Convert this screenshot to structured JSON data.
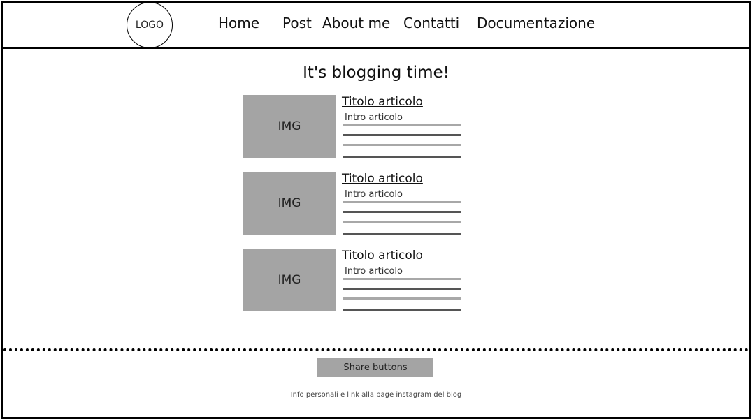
{
  "header": {
    "logo_label": "LOGO",
    "nav": [
      {
        "label": "Home"
      },
      {
        "label": "Post"
      },
      {
        "label": "About me"
      },
      {
        "label": "Contatti"
      },
      {
        "label": "Documentazione"
      }
    ]
  },
  "main": {
    "title": "It's blogging time!",
    "articles": [
      {
        "image_label": "IMG",
        "title": "Titolo articolo",
        "intro": "Intro articolo"
      },
      {
        "image_label": "IMG",
        "title": "Titolo articolo",
        "intro": "Intro articolo"
      },
      {
        "image_label": "IMG",
        "title": "Titolo articolo",
        "intro": "Intro articolo"
      }
    ]
  },
  "footer": {
    "share_label": "Share buttons",
    "info": "Info personali e link alla page instagram del blog"
  },
  "colors": {
    "border": "#000000",
    "placeholder": "#a4a4a4",
    "line_light": "#a8a8a8",
    "line_dark": "#555555"
  }
}
